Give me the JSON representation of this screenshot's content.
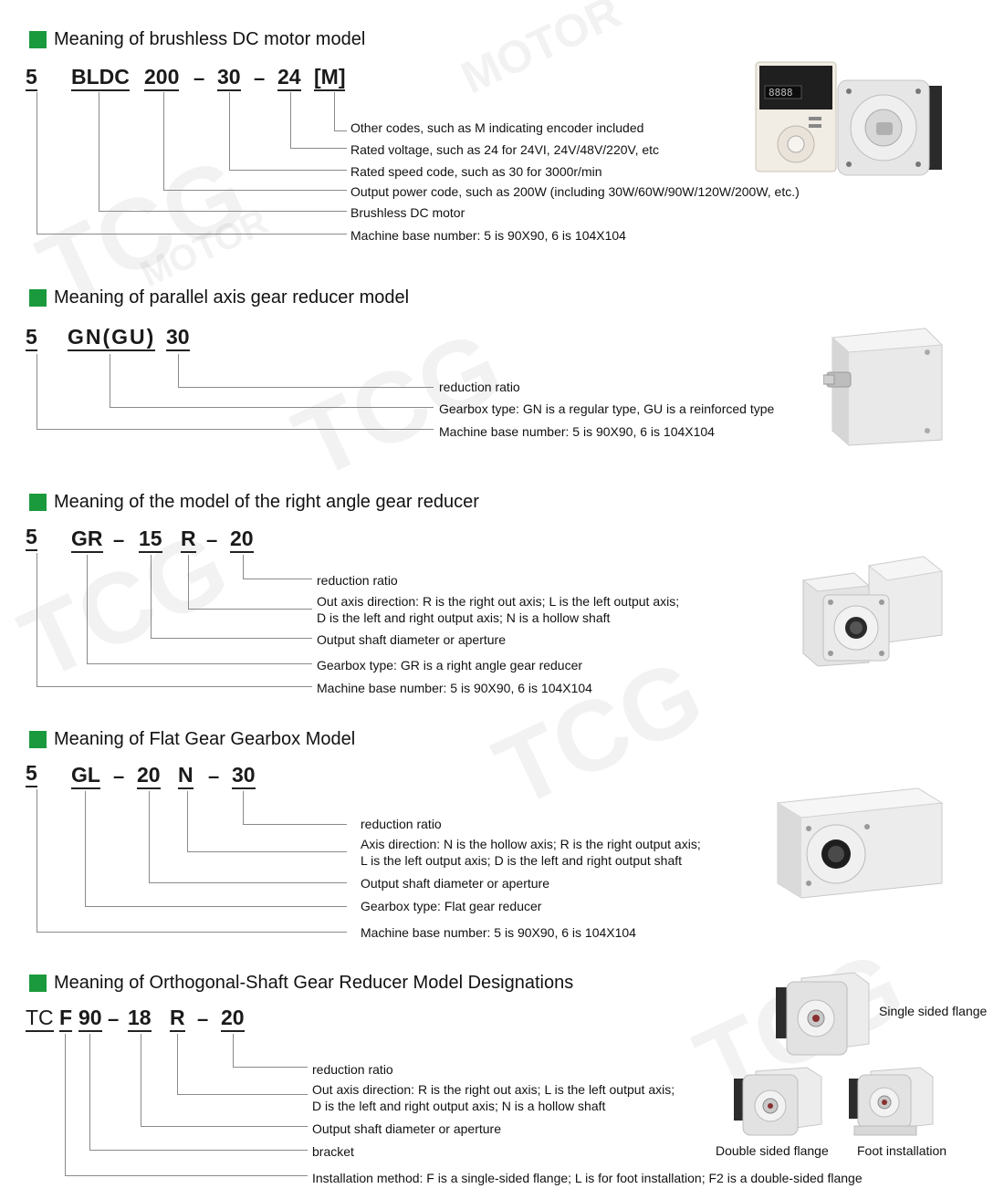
{
  "bldc": {
    "title": "Meaning of brushless DC motor model",
    "codes": [
      "5",
      "BLDC",
      "200",
      "30",
      "24",
      "[M]"
    ],
    "descriptions": [
      "Other codes, such as M indicating encoder included",
      "Rated voltage, such as 24 for 24VI, 24V/48V/220V, etc",
      "Rated speed code, such as 30 for 3000r/min",
      "Output power code, such as 200W (including 30W/60W/90W/120W/200W, etc.)",
      "Brushless DC motor",
      "Machine base number: 5 is 90X90, 6 is 104X104"
    ],
    "display_readout": "8888"
  },
  "parallel": {
    "title": "Meaning of parallel axis gear reducer model",
    "codes": [
      "5",
      "GN(GU)",
      "30"
    ],
    "descriptions": [
      "reduction ratio",
      "Gearbox type: GN is a regular type, GU is a reinforced type",
      "Machine base number: 5 is 90X90, 6 is 104X104"
    ]
  },
  "right_angle": {
    "title": "Meaning of the model of the right angle gear reducer",
    "codes": [
      "5",
      "GR",
      "15",
      "R",
      "20"
    ],
    "descriptions": [
      "reduction ratio",
      "Out axis direction: R is the right out axis; L is the left output axis;",
      "D is the left and right output axis; N is a hollow shaft",
      "Output shaft diameter or aperture",
      "Gearbox type: GR is a right angle gear reducer",
      "Machine base number: 5 is 90X90, 6 is 104X104"
    ]
  },
  "flat": {
    "title": "Meaning of Flat Gear Gearbox Model",
    "codes": [
      "5",
      "GL",
      "20",
      "N",
      "30"
    ],
    "descriptions": [
      "reduction ratio",
      "Axis direction: N is the hollow axis; R is the right output axis;",
      "L is the left output axis; D is the left and right output shaft",
      "Output shaft diameter or aperture",
      "Gearbox type: Flat gear reducer",
      "Machine base number: 5 is 90X90, 6 is 104X104"
    ]
  },
  "orthogonal": {
    "title": "Meaning of Orthogonal-Shaft Gear Reducer Model Designations",
    "codes": [
      "TC",
      "F",
      "90",
      "18",
      "R",
      "20"
    ],
    "descriptions": [
      "reduction ratio",
      "Out axis direction: R is the right out axis; L is the left output axis;",
      "D is the left and right output axis; N is a hollow shaft",
      "Output shaft diameter or aperture",
      "bracket",
      "Installation method: F is a single-sided flange; L is for foot installation; F2 is a double-sided flange"
    ],
    "captions": [
      "Single sided flange",
      "Double sided flange",
      "Foot installation"
    ]
  },
  "dash": "–",
  "watermark": [
    "TCG",
    "MOTOR"
  ],
  "icons": [
    "section-marker-icon",
    "bldc-motor-icon",
    "controller-icon",
    "gearbox-icon",
    "right-angle-gearbox-icon",
    "flat-gearbox-icon",
    "flange-gearbox-icon"
  ],
  "colors": {
    "marker": "#1a9a3c",
    "lines": "#8a8a8a",
    "product": "#eeeeee"
  }
}
